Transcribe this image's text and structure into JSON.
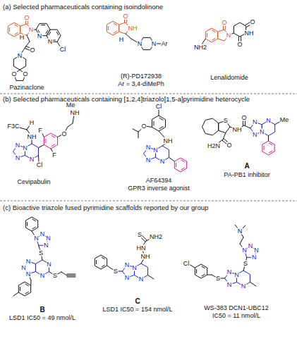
{
  "diagram": {
    "labels": [
      "(a) Selected pharmaceuticals containing isoindolinone",
      "O",
      "N",
      "N",
      "N",
      "Cl",
      "H",
      "O",
      "N",
      "O",
      "O",
      "Pazinaclone",
      "O",
      "NH",
      "H",
      "N",
      "N",
      "Ar",
      "(R)-PD172938",
      "Ar = 3,4-diMePh",
      "O",
      "N",
      "NH2",
      "O",
      "NH",
      "O",
      "Lenalidomide",
      "(b) Selected pharmaceuticals containing [1,2,4]triazolo[1,5-a]pyrimidine heterocycle",
      "Me",
      "NH",
      "F3C",
      "H",
      "NH",
      "F",
      "O",
      "N",
      "N",
      "N",
      "N",
      "F",
      "Cl",
      "Cevipabulin",
      "Cl",
      "O",
      "NH",
      "N",
      "N",
      "N",
      "N",
      "AF64394",
      "GPR3 inverse agonist",
      "S",
      "NH",
      "O",
      "N",
      "N",
      "Me",
      "N",
      "N",
      "O",
      "H2N",
      "A",
      "PA-PB1 inhibitor",
      "(c) Bioactive triazole fused pyrimidine scaffolds reported by our group",
      "N",
      "N",
      "N",
      "N",
      "S",
      "N",
      "S",
      "N",
      "N",
      "N",
      "N",
      "B",
      "LSD1 IC50 = 49 nmol/L",
      "S",
      "NH2",
      "HN",
      "NH",
      "N",
      "N",
      "S",
      "N",
      "N",
      "C",
      "LSD1 IC50 = 154 nmol/L",
      "N",
      "N",
      "N",
      "N",
      "N",
      "S",
      "N",
      "N",
      "S",
      "Cl",
      "N",
      "N",
      "WS-383 DCN1-UBC12",
      "IC50 = 11 nmol/L"
    ]
  }
}
